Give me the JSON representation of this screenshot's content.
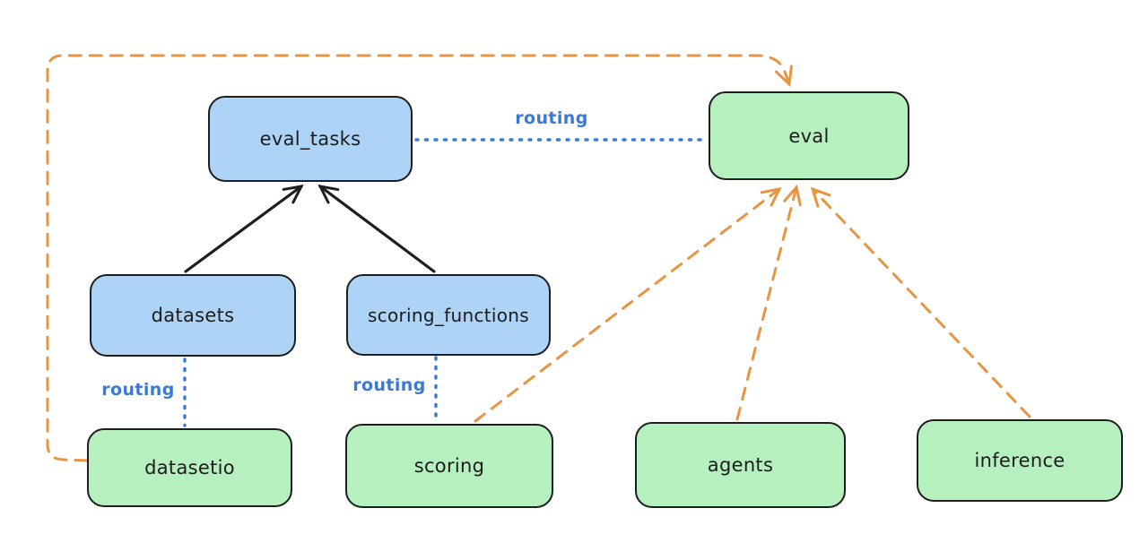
{
  "diagram": {
    "background": "#ffffff",
    "palette": {
      "blue_node_fill": "#add4f7",
      "green_node_fill": "#b6f0bf",
      "node_stroke": "#1e1e1e",
      "node_text": "#1c1c1c",
      "routing_blue": "#3a7ad7",
      "dashed_orange": "#e89543",
      "solid_black": "#1e1e1e"
    },
    "nodes": {
      "eval_tasks": {
        "label": "eval_tasks",
        "fill": "blue"
      },
      "eval": {
        "label": "eval",
        "fill": "green"
      },
      "datasets": {
        "label": "datasets",
        "fill": "blue"
      },
      "scoring_functions": {
        "label": "scoring_functions",
        "fill": "blue"
      },
      "datasetio": {
        "label": "datasetio",
        "fill": "green"
      },
      "scoring": {
        "label": "scoring",
        "fill": "green"
      },
      "agents": {
        "label": "agents",
        "fill": "green"
      },
      "inference": {
        "label": "inference",
        "fill": "green"
      }
    },
    "edge_labels": {
      "eval_tasks_eval": "routing",
      "datasets_datasetio": "routing",
      "scoring_functions_scoring": "routing"
    },
    "edges": [
      {
        "from": "datasets",
        "to": "eval_tasks",
        "style": "solid",
        "color": "black",
        "arrowhead": "end"
      },
      {
        "from": "scoring_functions",
        "to": "eval_tasks",
        "style": "solid",
        "color": "black",
        "arrowhead": "end"
      },
      {
        "from": "eval_tasks",
        "to": "eval",
        "style": "dotted",
        "color": "blue",
        "label": "routing",
        "arrowhead": "none"
      },
      {
        "from": "datasets",
        "to": "datasetio",
        "style": "dotted",
        "color": "blue",
        "label": "routing",
        "arrowhead": "none"
      },
      {
        "from": "scoring_functions",
        "to": "scoring",
        "style": "dotted",
        "color": "blue",
        "label": "routing",
        "arrowhead": "none"
      },
      {
        "from": "datasetio",
        "to": "eval",
        "style": "dashed",
        "color": "orange",
        "arrowhead": "end",
        "route": "around-left-and-top"
      },
      {
        "from": "scoring",
        "to": "eval",
        "style": "dashed",
        "color": "orange",
        "arrowhead": "end"
      },
      {
        "from": "agents",
        "to": "eval",
        "style": "dashed",
        "color": "orange",
        "arrowhead": "end"
      },
      {
        "from": "inference",
        "to": "eval",
        "style": "dashed",
        "color": "orange",
        "arrowhead": "end"
      }
    ]
  }
}
